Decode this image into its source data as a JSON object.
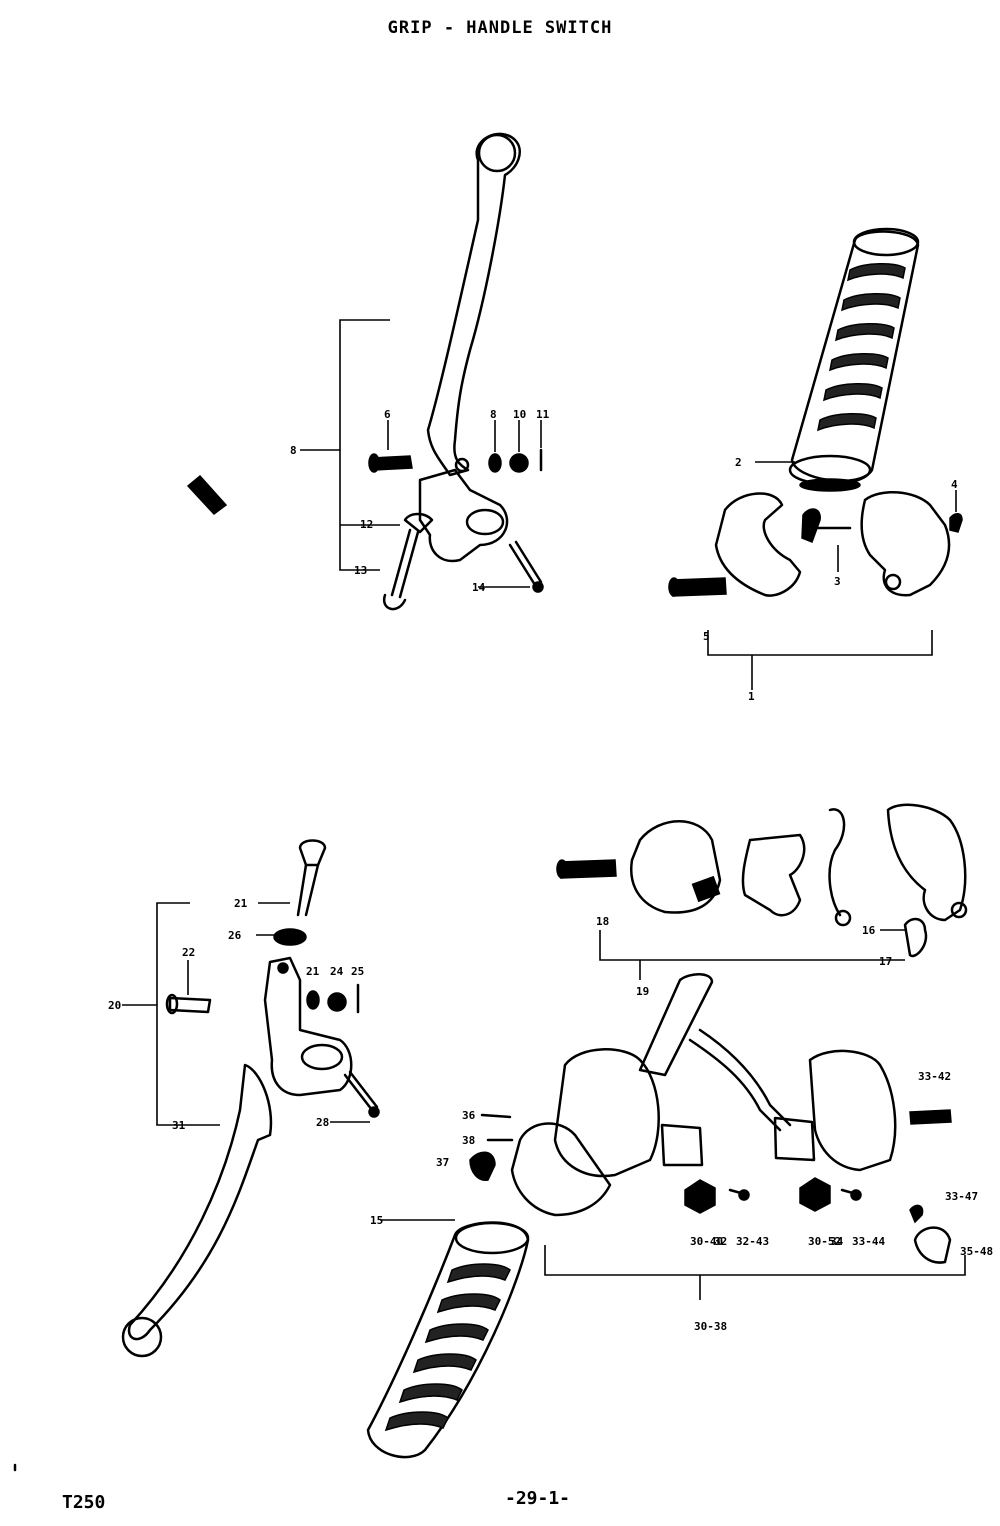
{
  "title": "GRIP - HANDLE SWITCH",
  "model": "T250",
  "page_number": "-29-1-"
}
